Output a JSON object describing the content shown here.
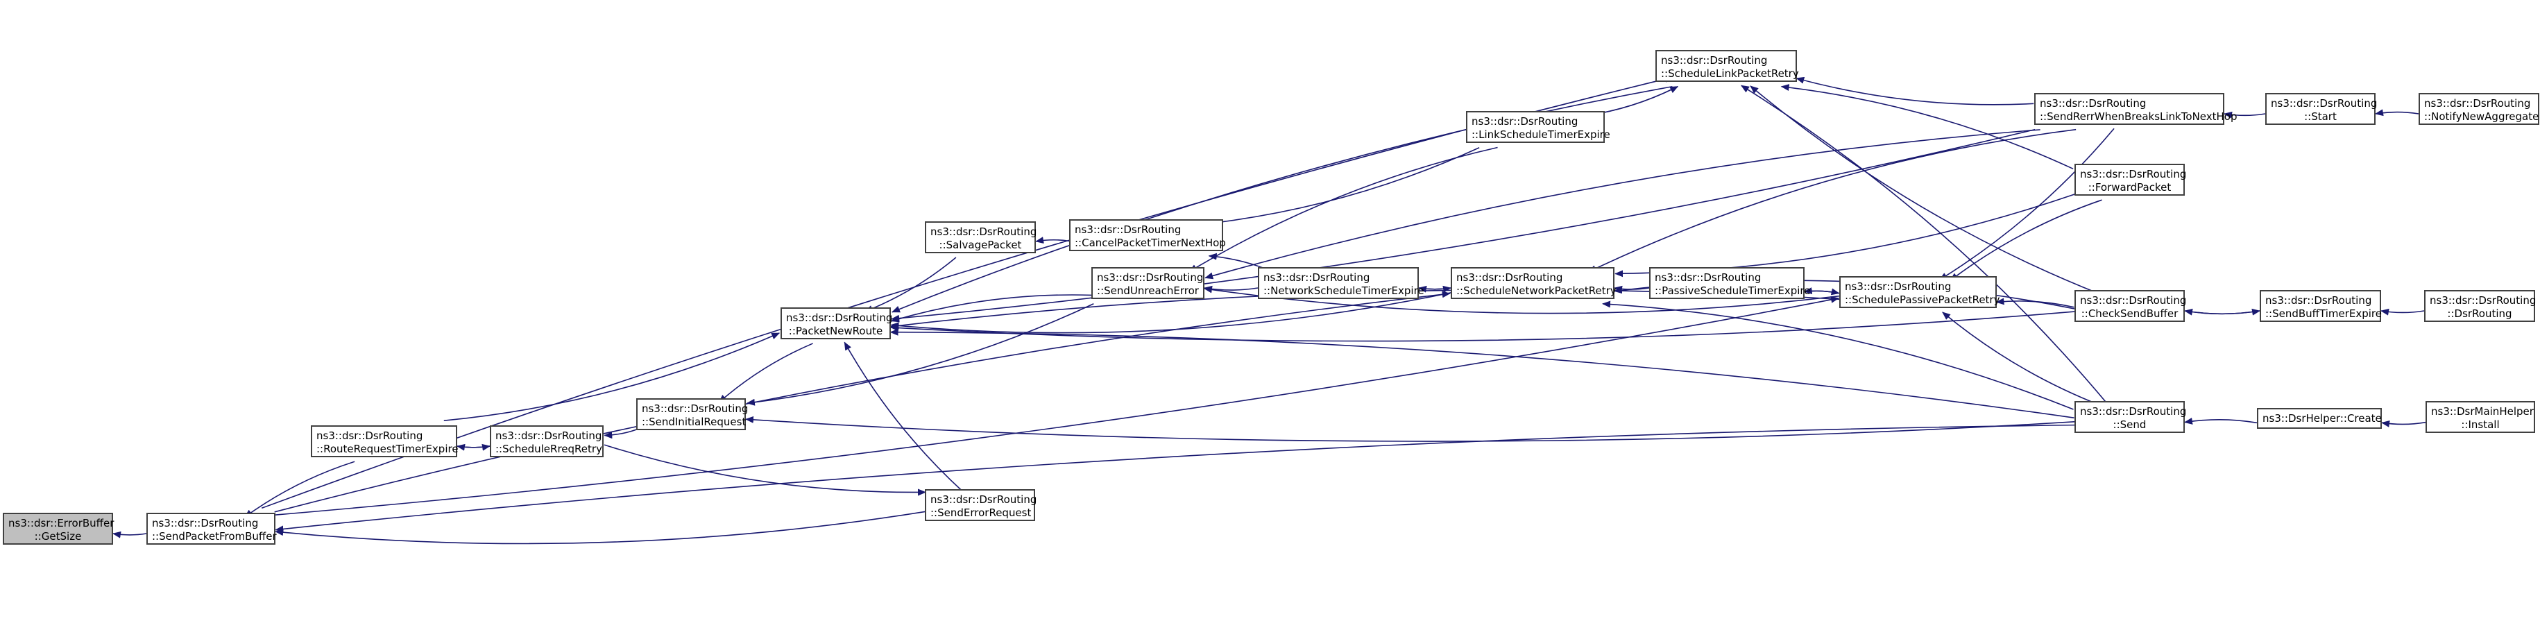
{
  "graph": {
    "edge_color": "#191970",
    "focus_fill": "#bfbfbf",
    "nodes": [
      {
        "id": "getsize",
        "line1": "ns3::dsr::ErrorBuffer",
        "line2": "::GetSize",
        "focus": true
      },
      {
        "id": "sendpacketfrombuffer",
        "line1": "ns3::dsr::DsrRouting",
        "line2": "::SendPacketFromBuffer"
      },
      {
        "id": "routerequesttimerexpire",
        "line1": "ns3::dsr::DsrRouting",
        "line2": "::RouteRequestTimerExpire"
      },
      {
        "id": "schedulerreqretry",
        "line1": "ns3::dsr::DsrRouting",
        "line2": "::ScheduleRreqRetry"
      },
      {
        "id": "sendinitialrequest",
        "line1": "ns3::dsr::DsrRouting",
        "line2": "::SendInitialRequest"
      },
      {
        "id": "packetnewroute",
        "line1": "ns3::dsr::DsrRouting",
        "line2": "::PacketNewRoute"
      },
      {
        "id": "salvagepacket",
        "line1": "ns3::dsr::DsrRouting",
        "line2": "::SalvagePacket"
      },
      {
        "id": "cancelpackettimernexthop",
        "line1": "ns3::dsr::DsrRouting",
        "line2": "::CancelPacketTimerNextHop"
      },
      {
        "id": "sendunreacherror",
        "line1": "ns3::dsr::DsrRouting",
        "line2": "::SendUnreachError"
      },
      {
        "id": "senderrorrequest",
        "line1": "ns3::dsr::DsrRouting",
        "line2": "::SendErrorRequest"
      },
      {
        "id": "networkscheduletimerexpire",
        "line1": "ns3::dsr::DsrRouting",
        "line2": "::NetworkScheduleTimerExpire"
      },
      {
        "id": "schedulenetworkpacketretry",
        "line1": "ns3::dsr::DsrRouting",
        "line2": "::ScheduleNetworkPacketRetry"
      },
      {
        "id": "linkscheduletimerexpire",
        "line1": "ns3::dsr::DsrRouting",
        "line2": "::LinkScheduleTimerExpire"
      },
      {
        "id": "schedulelinkpacketretry",
        "line1": "ns3::dsr::DsrRouting",
        "line2": "::ScheduleLinkPacketRetry"
      },
      {
        "id": "passivescheduletimerexpire",
        "line1": "ns3::dsr::DsrRouting",
        "line2": "::PassiveScheduleTimerExpire"
      },
      {
        "id": "schedulepassivepacketretry",
        "line1": "ns3::dsr::DsrRouting",
        "line2": "::SchedulePassivePacketRetry"
      },
      {
        "id": "sendrerrwhenbreakslinktonexthop",
        "line1": "ns3::dsr::DsrRouting",
        "line2": "::SendRerrWhenBreaksLinkToNextHop"
      },
      {
        "id": "start",
        "line1": "ns3::dsr::DsrRouting",
        "line2": "::Start"
      },
      {
        "id": "notifynewaggregate",
        "line1": "ns3::dsr::DsrRouting",
        "line2": "::NotifyNewAggregate"
      },
      {
        "id": "forwardpacket",
        "line1": "ns3::dsr::DsrRouting",
        "line2": "::ForwardPacket"
      },
      {
        "id": "checksendbuffer",
        "line1": "ns3::dsr::DsrRouting",
        "line2": "::CheckSendBuffer"
      },
      {
        "id": "sendbufftimerexpire",
        "line1": "ns3::dsr::DsrRouting",
        "line2": "::SendBuffTimerExpire"
      },
      {
        "id": "dsrrouting",
        "line1": "ns3::dsr::DsrRouting",
        "line2": "::DsrRouting"
      },
      {
        "id": "send",
        "line1": "ns3::dsr::DsrRouting",
        "line2": "::Send"
      },
      {
        "id": "dsrhelpercreate",
        "line1": "ns3::DsrHelper::Create",
        "line2": ""
      },
      {
        "id": "dsrmainhelperinstall",
        "line1": "ns3::DsrMainHelper",
        "line2": "::Install"
      }
    ],
    "edges": [
      [
        "sendpacketfrombuffer",
        "getsize"
      ],
      [
        "routerequesttimerexpire",
        "sendpacketfrombuffer"
      ],
      [
        "schedulerreqretry",
        "routerequesttimerexpire"
      ],
      [
        "routerequesttimerexpire",
        "schedulerreqretry"
      ],
      [
        "sendinitialrequest",
        "schedulerreqretry"
      ],
      [
        "packetnewroute",
        "sendinitialrequest"
      ],
      [
        "sendunreacherror",
        "sendinitialrequest"
      ],
      [
        "routerequesttimerexpire",
        "packetnewroute"
      ],
      [
        "salvagepacket",
        "packetnewroute"
      ],
      [
        "sendunreacherror",
        "packetnewroute"
      ],
      [
        "senderrorrequest",
        "packetnewroute"
      ],
      [
        "schedulelinkpacketretry",
        "packetnewroute"
      ],
      [
        "schedulenetworkpacketretry",
        "packetnewroute"
      ],
      [
        "schedulepassivepacketretry",
        "packetnewroute"
      ],
      [
        "checksendbuffer",
        "packetnewroute"
      ],
      [
        "send",
        "packetnewroute"
      ],
      [
        "sendrerrwhenbreakslinktonexthop",
        "packetnewroute"
      ],
      [
        "cancelpackettimernexthop",
        "salvagepacket"
      ],
      [
        "linkscheduletimerexpire",
        "cancelpackettimernexthop"
      ],
      [
        "networkscheduletimerexpire",
        "cancelpackettimernexthop"
      ],
      [
        "networkscheduletimerexpire",
        "sendunreacherror"
      ],
      [
        "linkscheduletimerexpire",
        "sendunreacherror"
      ],
      [
        "schedulepassivepacketretry",
        "sendunreacherror"
      ],
      [
        "sendrerrwhenbreakslinktonexthop",
        "sendunreacherror"
      ],
      [
        "senderrorrequest",
        "sendpacketfrombuffer"
      ],
      [
        "schedulerreqretry",
        "senderrorrequest"
      ],
      [
        "schedulenetworkpacketretry",
        "networkscheduletimerexpire"
      ],
      [
        "networkscheduletimerexpire",
        "schedulenetworkpacketretry"
      ],
      [
        "passivescheduletimerexpire",
        "schedulenetworkpacketretry"
      ],
      [
        "sendrerrwhenbreakslinktonexthop",
        "schedulenetworkpacketretry"
      ],
      [
        "forwardpacket",
        "schedulenetworkpacketretry"
      ],
      [
        "send",
        "schedulenetworkpacketretry"
      ],
      [
        "sendpacketfrombuffer",
        "schedulenetworkpacketretry"
      ],
      [
        "checksendbuffer",
        "schedulenetworkpacketretry"
      ],
      [
        "schedulelinkpacketretry",
        "linkscheduletimerexpire"
      ],
      [
        "linkscheduletimerexpire",
        "schedulelinkpacketretry"
      ],
      [
        "sendrerrwhenbreakslinktonexthop",
        "schedulelinkpacketretry"
      ],
      [
        "forwardpacket",
        "schedulelinkpacketretry"
      ],
      [
        "checksendbuffer",
        "schedulelinkpacketretry"
      ],
      [
        "send",
        "schedulelinkpacketretry"
      ],
      [
        "sendpacketfrombuffer",
        "schedulelinkpacketretry"
      ],
      [
        "schedulepassivepacketretry",
        "passivescheduletimerexpire"
      ],
      [
        "passivescheduletimerexpire",
        "schedulepassivepacketretry"
      ],
      [
        "checksendbuffer",
        "schedulepassivepacketretry"
      ],
      [
        "sendrerrwhenbreakslinktonexthop",
        "schedulepassivepacketretry"
      ],
      [
        "forwardpacket",
        "schedulepassivepacketretry"
      ],
      [
        "send",
        "schedulepassivepacketretry"
      ],
      [
        "sendpacketfrombuffer",
        "schedulepassivepacketretry"
      ],
      [
        "start",
        "sendrerrwhenbreakslinktonexthop"
      ],
      [
        "notifynewaggregate",
        "start"
      ],
      [
        "sendbufftimerexpire",
        "checksendbuffer"
      ],
      [
        "checksendbuffer",
        "sendbufftimerexpire"
      ],
      [
        "dsrrouting",
        "sendbufftimerexpire"
      ],
      [
        "dsrhelpercreate",
        "send"
      ],
      [
        "dsrmainhelperinstall",
        "dsrhelpercreate"
      ],
      [
        "send",
        "sendpacketfrombuffer"
      ],
      [
        "send",
        "sendinitialrequest"
      ]
    ]
  }
}
